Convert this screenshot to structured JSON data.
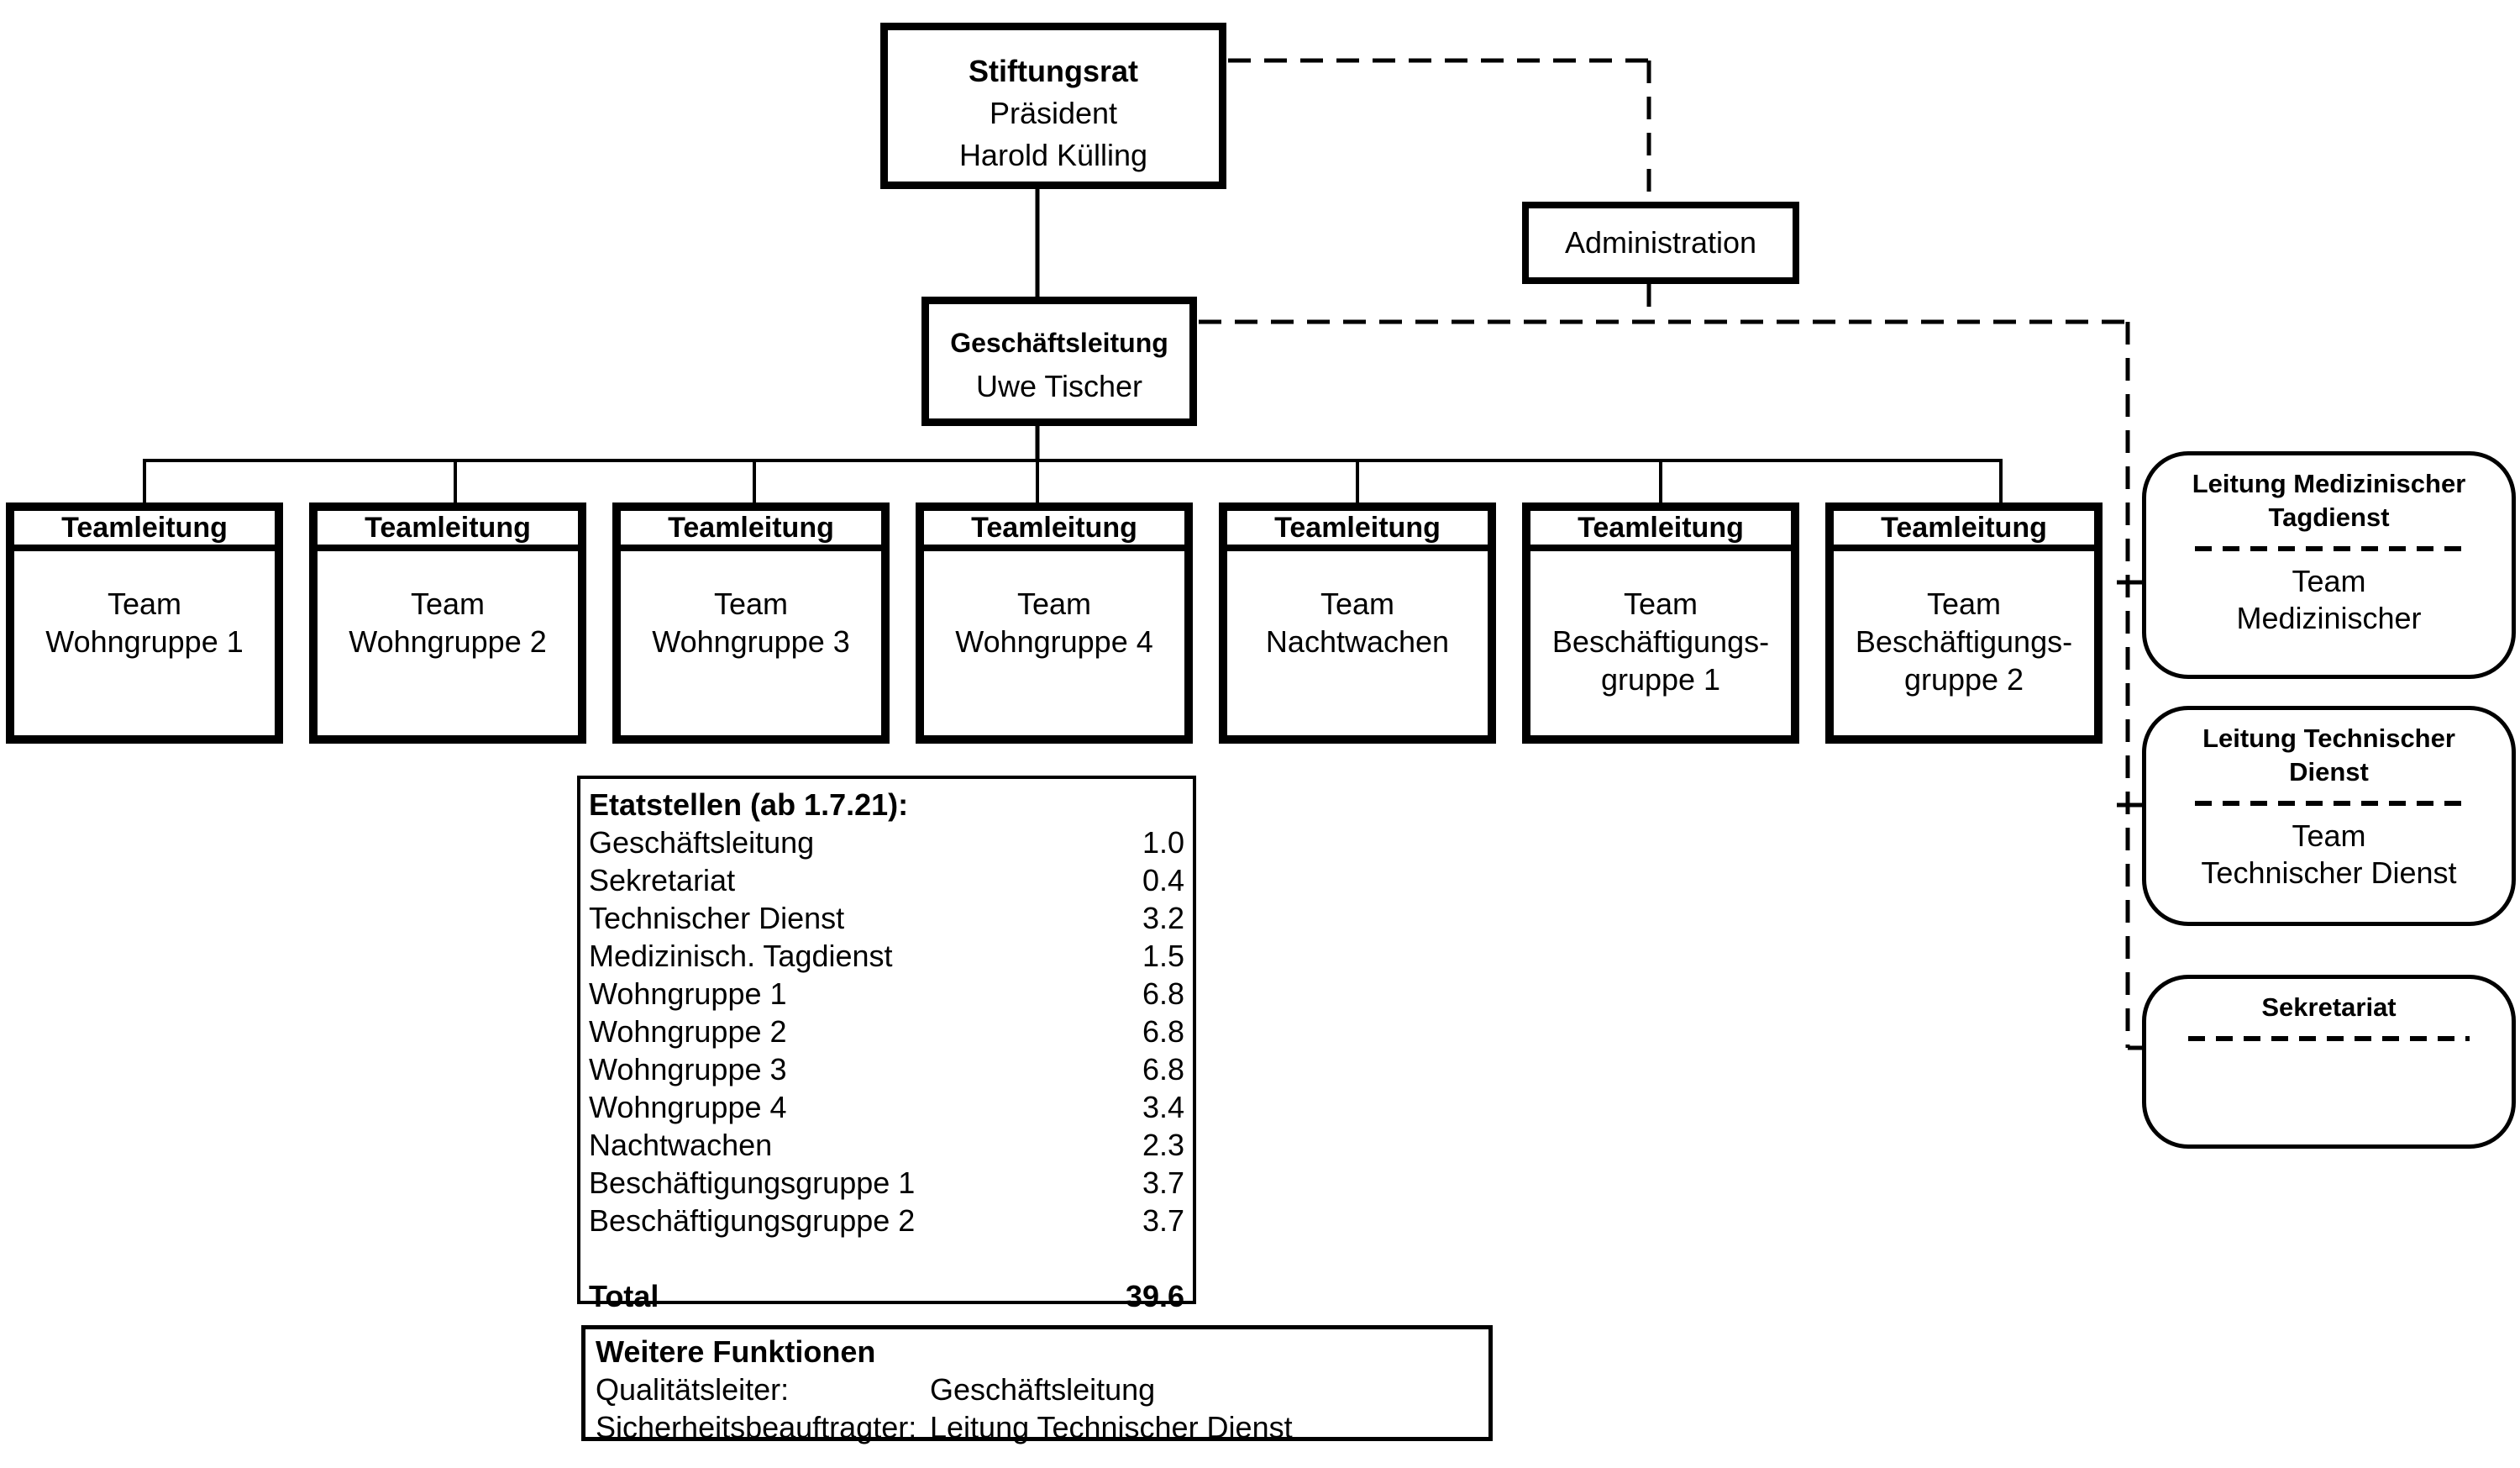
{
  "colors": {
    "ink": "#000000",
    "background": "#ffffff"
  },
  "stiftungsrat": {
    "title": "Stiftungsrat",
    "subtitle": "Präsident",
    "person": "Harold Külling"
  },
  "administration": {
    "label": "Administration"
  },
  "geschaeftsleitung": {
    "title": "Geschäftsleitung",
    "person": "Uwe Tischer"
  },
  "teams": [
    {
      "header": "Teamleitung",
      "lines": [
        "Team",
        "Wohngruppe 1"
      ]
    },
    {
      "header": "Teamleitung",
      "lines": [
        "Team",
        "Wohngruppe 2"
      ]
    },
    {
      "header": "Teamleitung",
      "lines": [
        "Team",
        "Wohngruppe 3"
      ]
    },
    {
      "header": "Teamleitung",
      "lines": [
        "Team",
        "Wohngruppe 4"
      ]
    },
    {
      "header": "Teamleitung",
      "lines": [
        "Team",
        "Nachtwachen"
      ]
    },
    {
      "header": "Teamleitung",
      "lines": [
        "Team",
        "Beschäftigungs-",
        "gruppe 1"
      ]
    },
    {
      "header": "Teamleitung",
      "lines": [
        "Team",
        "Beschäftigungs-",
        "gruppe 2"
      ]
    }
  ],
  "side_boxes": [
    {
      "title": "Leitung Medizinischer Tagdienst",
      "lines": [
        "Team",
        "Medizinischer"
      ]
    },
    {
      "title": "Leitung Technischer Dienst",
      "lines": [
        "Team",
        "Technischer Dienst"
      ]
    },
    {
      "title": "Sekretariat",
      "lines": []
    }
  ],
  "etatstellen": {
    "title": "Etatstellen (ab 1.7.21):",
    "rows": [
      {
        "label": "Geschäftsleitung",
        "value": "1.0"
      },
      {
        "label": "Sekretariat",
        "value": "0.4"
      },
      {
        "label": "Technischer Dienst",
        "value": "3.2"
      },
      {
        "label": "Medizinisch. Tagdienst",
        "value": "1.5"
      },
      {
        "label": "Wohngruppe 1",
        "value": "6.8"
      },
      {
        "label": "Wohngruppe 2",
        "value": "6.8"
      },
      {
        "label": "Wohngruppe 3",
        "value": "6.8"
      },
      {
        "label": "Wohngruppe 4",
        "value": "3.4"
      },
      {
        "label": "Nachtwachen",
        "value": "2.3"
      },
      {
        "label": "Beschäftigungsgruppe 1",
        "value": "3.7"
      },
      {
        "label": "Beschäftigungsgruppe 2",
        "value": "3.7"
      }
    ],
    "total_label": "Total",
    "total_value": "39.6"
  },
  "weitere_funktionen": {
    "title": "Weitere Funktionen",
    "rows": [
      {
        "label": "Qualitätsleiter:",
        "value": "Geschäftsleitung"
      },
      {
        "label": "Sicherheitsbeauftragter:",
        "value": "Leitung Technischer Dienst"
      }
    ]
  }
}
